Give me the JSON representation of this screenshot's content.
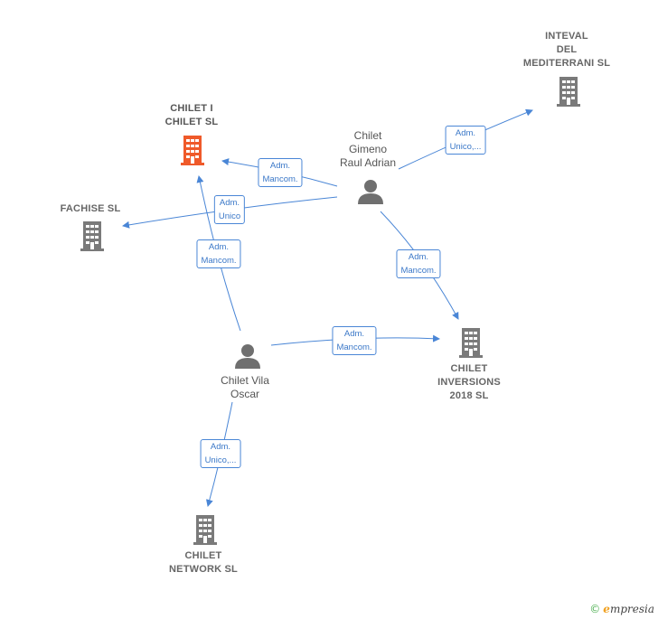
{
  "colors": {
    "edge": "#4a86d6",
    "company_primary": "#ef5a2a",
    "company": "#7a7a7a",
    "person": "#6f6f6f"
  },
  "nodes": {
    "chilet_i_chilet": {
      "label": "CHILET I\nCHILET  SL",
      "icon": "building-icon",
      "primary": true
    },
    "fachise": {
      "label": "FACHISE  SL",
      "icon": "building-icon"
    },
    "inteval": {
      "label": "INTEVAL\nDEL\nMEDITERRANI SL",
      "icon": "building-icon"
    },
    "chilet_inversions": {
      "label": "CHILET\nINVERSIONS\n2018  SL",
      "icon": "building-icon"
    },
    "chilet_network": {
      "label": "CHILET\nNETWORK SL",
      "icon": "building-icon"
    },
    "chilet_gimeno": {
      "label": "Chilet\nGimeno\nRaul Adrian",
      "icon": "person-icon"
    },
    "chilet_vila": {
      "label": "Chilet Vila\nOscar",
      "icon": "person-icon"
    }
  },
  "edges": [
    {
      "id": "gimeno-chilet",
      "label": "Adm.\nMancom."
    },
    {
      "id": "gimeno-fachise",
      "label": "Adm.\nUnico"
    },
    {
      "id": "gimeno-inteval",
      "label": "Adm.\nUnico,..."
    },
    {
      "id": "gimeno-inversions",
      "label": "Adm.\nMancom."
    },
    {
      "id": "vila-chilet",
      "label": "Adm.\nMancom."
    },
    {
      "id": "vila-inversions",
      "label": "Adm.\nMancom."
    },
    {
      "id": "vila-network",
      "label": "Adm.\nUnico,..."
    }
  ],
  "brand": {
    "copyright": "©",
    "name_initial": "e",
    "name_rest": "mpresia"
  }
}
